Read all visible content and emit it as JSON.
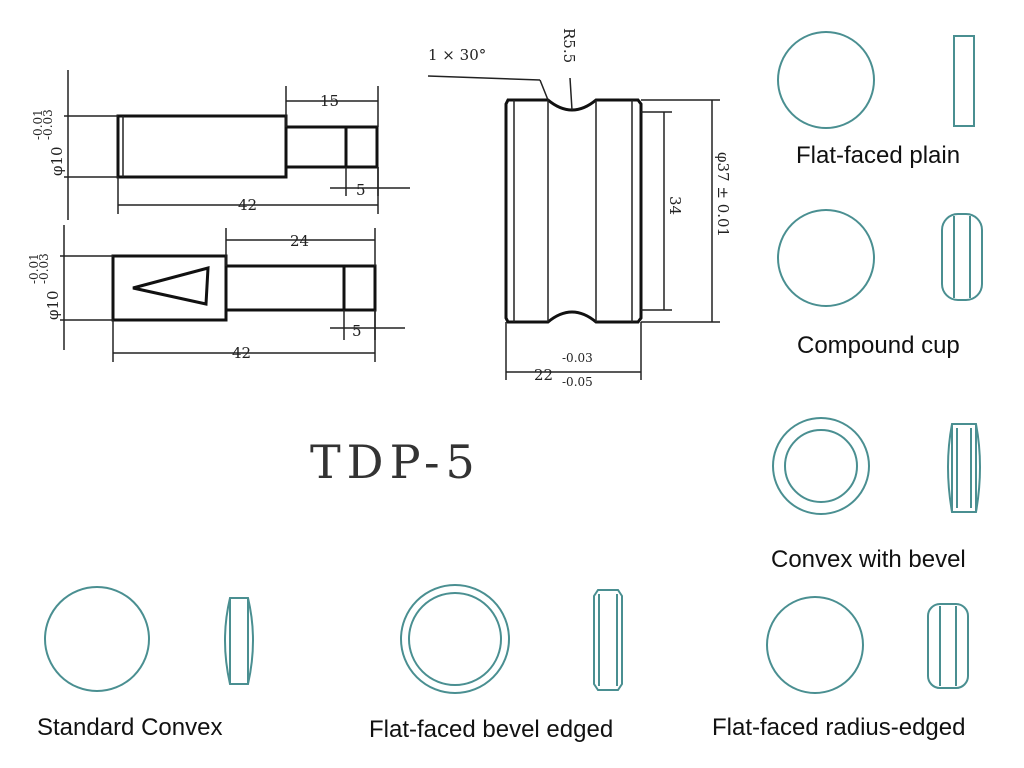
{
  "drawing": {
    "model": "TDP-5",
    "punch_upper": {
      "dia_text": "φ10",
      "tol_upper": "-0.01",
      "tol_lower": "-0.03",
      "tip_length": "15",
      "total_length": "42",
      "step": "5"
    },
    "punch_lower": {
      "dia_text": "φ10",
      "tol_upper": "-0.01",
      "tol_lower": "-0.03",
      "tip_length": "24",
      "total_length": "42",
      "step": "5"
    },
    "die": {
      "chamfer": "1 × 30°",
      "radius": "R5.5",
      "inner": "34",
      "outer_dia": "φ37 ± 0.01",
      "height": "22",
      "height_tol_upper": "-0.03",
      "height_tol_lower": "-0.05"
    }
  },
  "shapes": [
    {
      "id": "flat-faced-plain",
      "label": "Flat-faced plain"
    },
    {
      "id": "compound-cup",
      "label": "Compound cup"
    },
    {
      "id": "convex-with-bevel",
      "label": "Convex with bevel"
    },
    {
      "id": "standard-convex",
      "label": "Standard Convex"
    },
    {
      "id": "flat-faced-bevel-edged",
      "label": "Flat-faced bevel edged"
    },
    {
      "id": "flat-faced-radius-edged",
      "label": "Flat-faced radius-edged"
    }
  ],
  "colors": {
    "outline": "#4a8f91",
    "drawing": "#222222"
  }
}
